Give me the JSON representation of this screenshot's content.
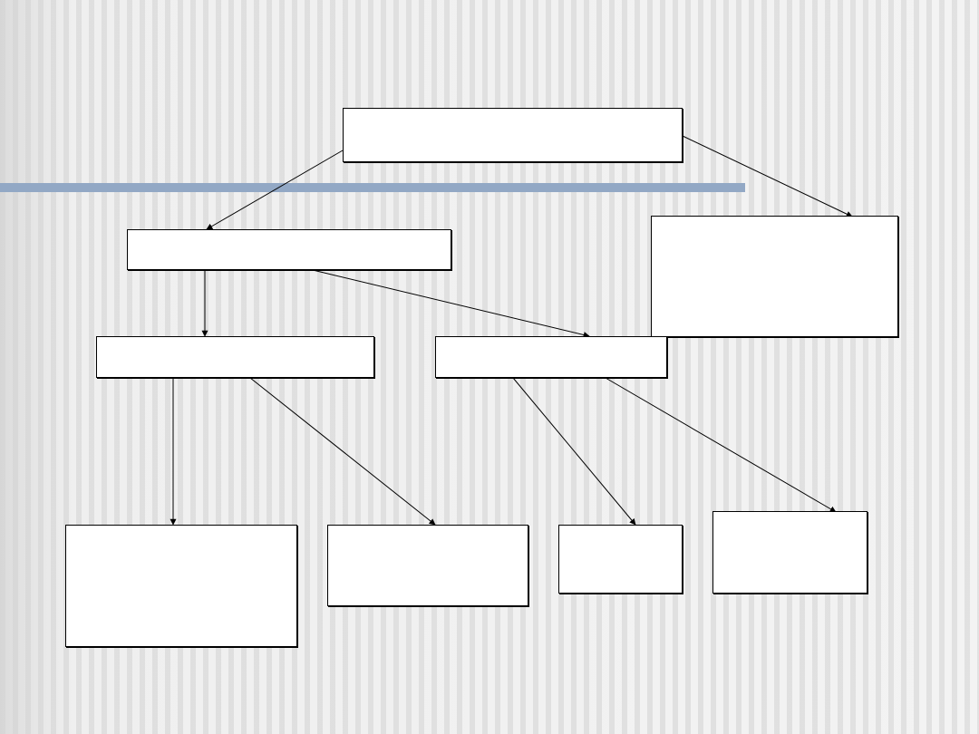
{
  "colors": {
    "accent_bar": "#92a8c5",
    "box_fill": "#ffffff",
    "box_border": "#000000",
    "arrow": "#000000"
  },
  "diagram": {
    "type": "hierarchy",
    "nodes": {
      "root": {
        "label": ""
      },
      "left_branch": {
        "label": ""
      },
      "right_leaf": {
        "label": ""
      },
      "mid_left": {
        "label": ""
      },
      "mid_right": {
        "label": ""
      },
      "leaf_1": {
        "label": ""
      },
      "leaf_2": {
        "label": ""
      },
      "leaf_3": {
        "label": ""
      },
      "leaf_4": {
        "label": ""
      }
    },
    "edges": [
      {
        "from": "root",
        "to": "left_branch"
      },
      {
        "from": "root",
        "to": "right_leaf"
      },
      {
        "from": "left_branch",
        "to": "mid_left"
      },
      {
        "from": "left_branch",
        "to": "mid_right"
      },
      {
        "from": "mid_left",
        "to": "leaf_1"
      },
      {
        "from": "mid_left",
        "to": "leaf_2"
      },
      {
        "from": "mid_right",
        "to": "leaf_3"
      },
      {
        "from": "mid_right",
        "to": "leaf_4"
      }
    ]
  }
}
